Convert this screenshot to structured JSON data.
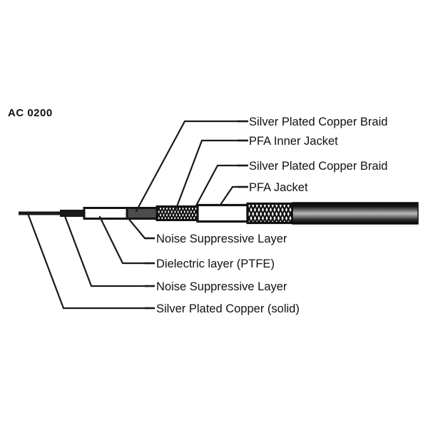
{
  "diagram": {
    "part_number": "AC 0200",
    "title_icon": "cable-cross-section-icon",
    "upper_callouts": [
      {
        "label": "Silver Plated Copper Braid"
      },
      {
        "label": "PFA Inner Jacket"
      },
      {
        "label": "Silver Plated Copper Braid"
      },
      {
        "label": "PFA Jacket"
      }
    ],
    "lower_callouts": [
      {
        "label": "Noise Suppressive Layer"
      },
      {
        "label": "Dielectric layer (PTFE)"
      },
      {
        "label": "Noise Suppressive Layer"
      },
      {
        "label": "Silver Plated Copper (solid)"
      }
    ],
    "colors": {
      "line": "#1a1a1a",
      "text": "#111111",
      "background": "#ffffff",
      "jacket_dark": "#0d0d0d",
      "jacket_highlight": "#b4b4b4",
      "noise_layer": "#4d4d4d",
      "dielectric": "#ffffff",
      "conductor": "#1a1a1a",
      "braid_fill": "#ffffff",
      "braid_stroke": "#111111"
    }
  }
}
